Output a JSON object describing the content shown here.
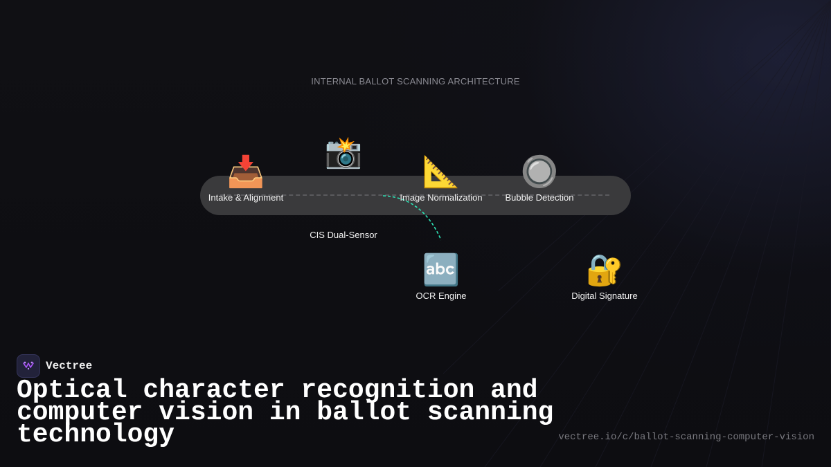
{
  "diagram": {
    "title": "INTERNAL BALLOT SCANNING ARCHITECTURE",
    "nodes": [
      {
        "icon": "📥",
        "icon_name": "inbox-tray-icon",
        "label": "Intake & Alignment"
      },
      {
        "icon": "📸",
        "icon_name": "camera-flash-icon",
        "label": "CIS Dual-Sensor"
      },
      {
        "icon": "📐",
        "icon_name": "triangular-ruler-icon",
        "label": "Image Normalization"
      },
      {
        "icon": "🔘",
        "icon_name": "radio-button-icon",
        "label": "Bubble Detection"
      },
      {
        "icon": "🔤",
        "icon_name": "abc-letters-icon",
        "label": "OCR Engine"
      },
      {
        "icon": "🔐",
        "icon_name": "lock-with-key-icon",
        "label": "Digital Signature"
      }
    ],
    "colors": {
      "track": "#3a3a3c",
      "connector": "#2ee6b8"
    }
  },
  "brand": {
    "name": "Vectree",
    "logo_icon": "vectree-logo-icon",
    "logo_color": "#a855f7"
  },
  "headline": "Optical character recognition and computer vision in ballot scanning technology",
  "url": "vectree.io/c/ballot-scanning-computer-vision"
}
